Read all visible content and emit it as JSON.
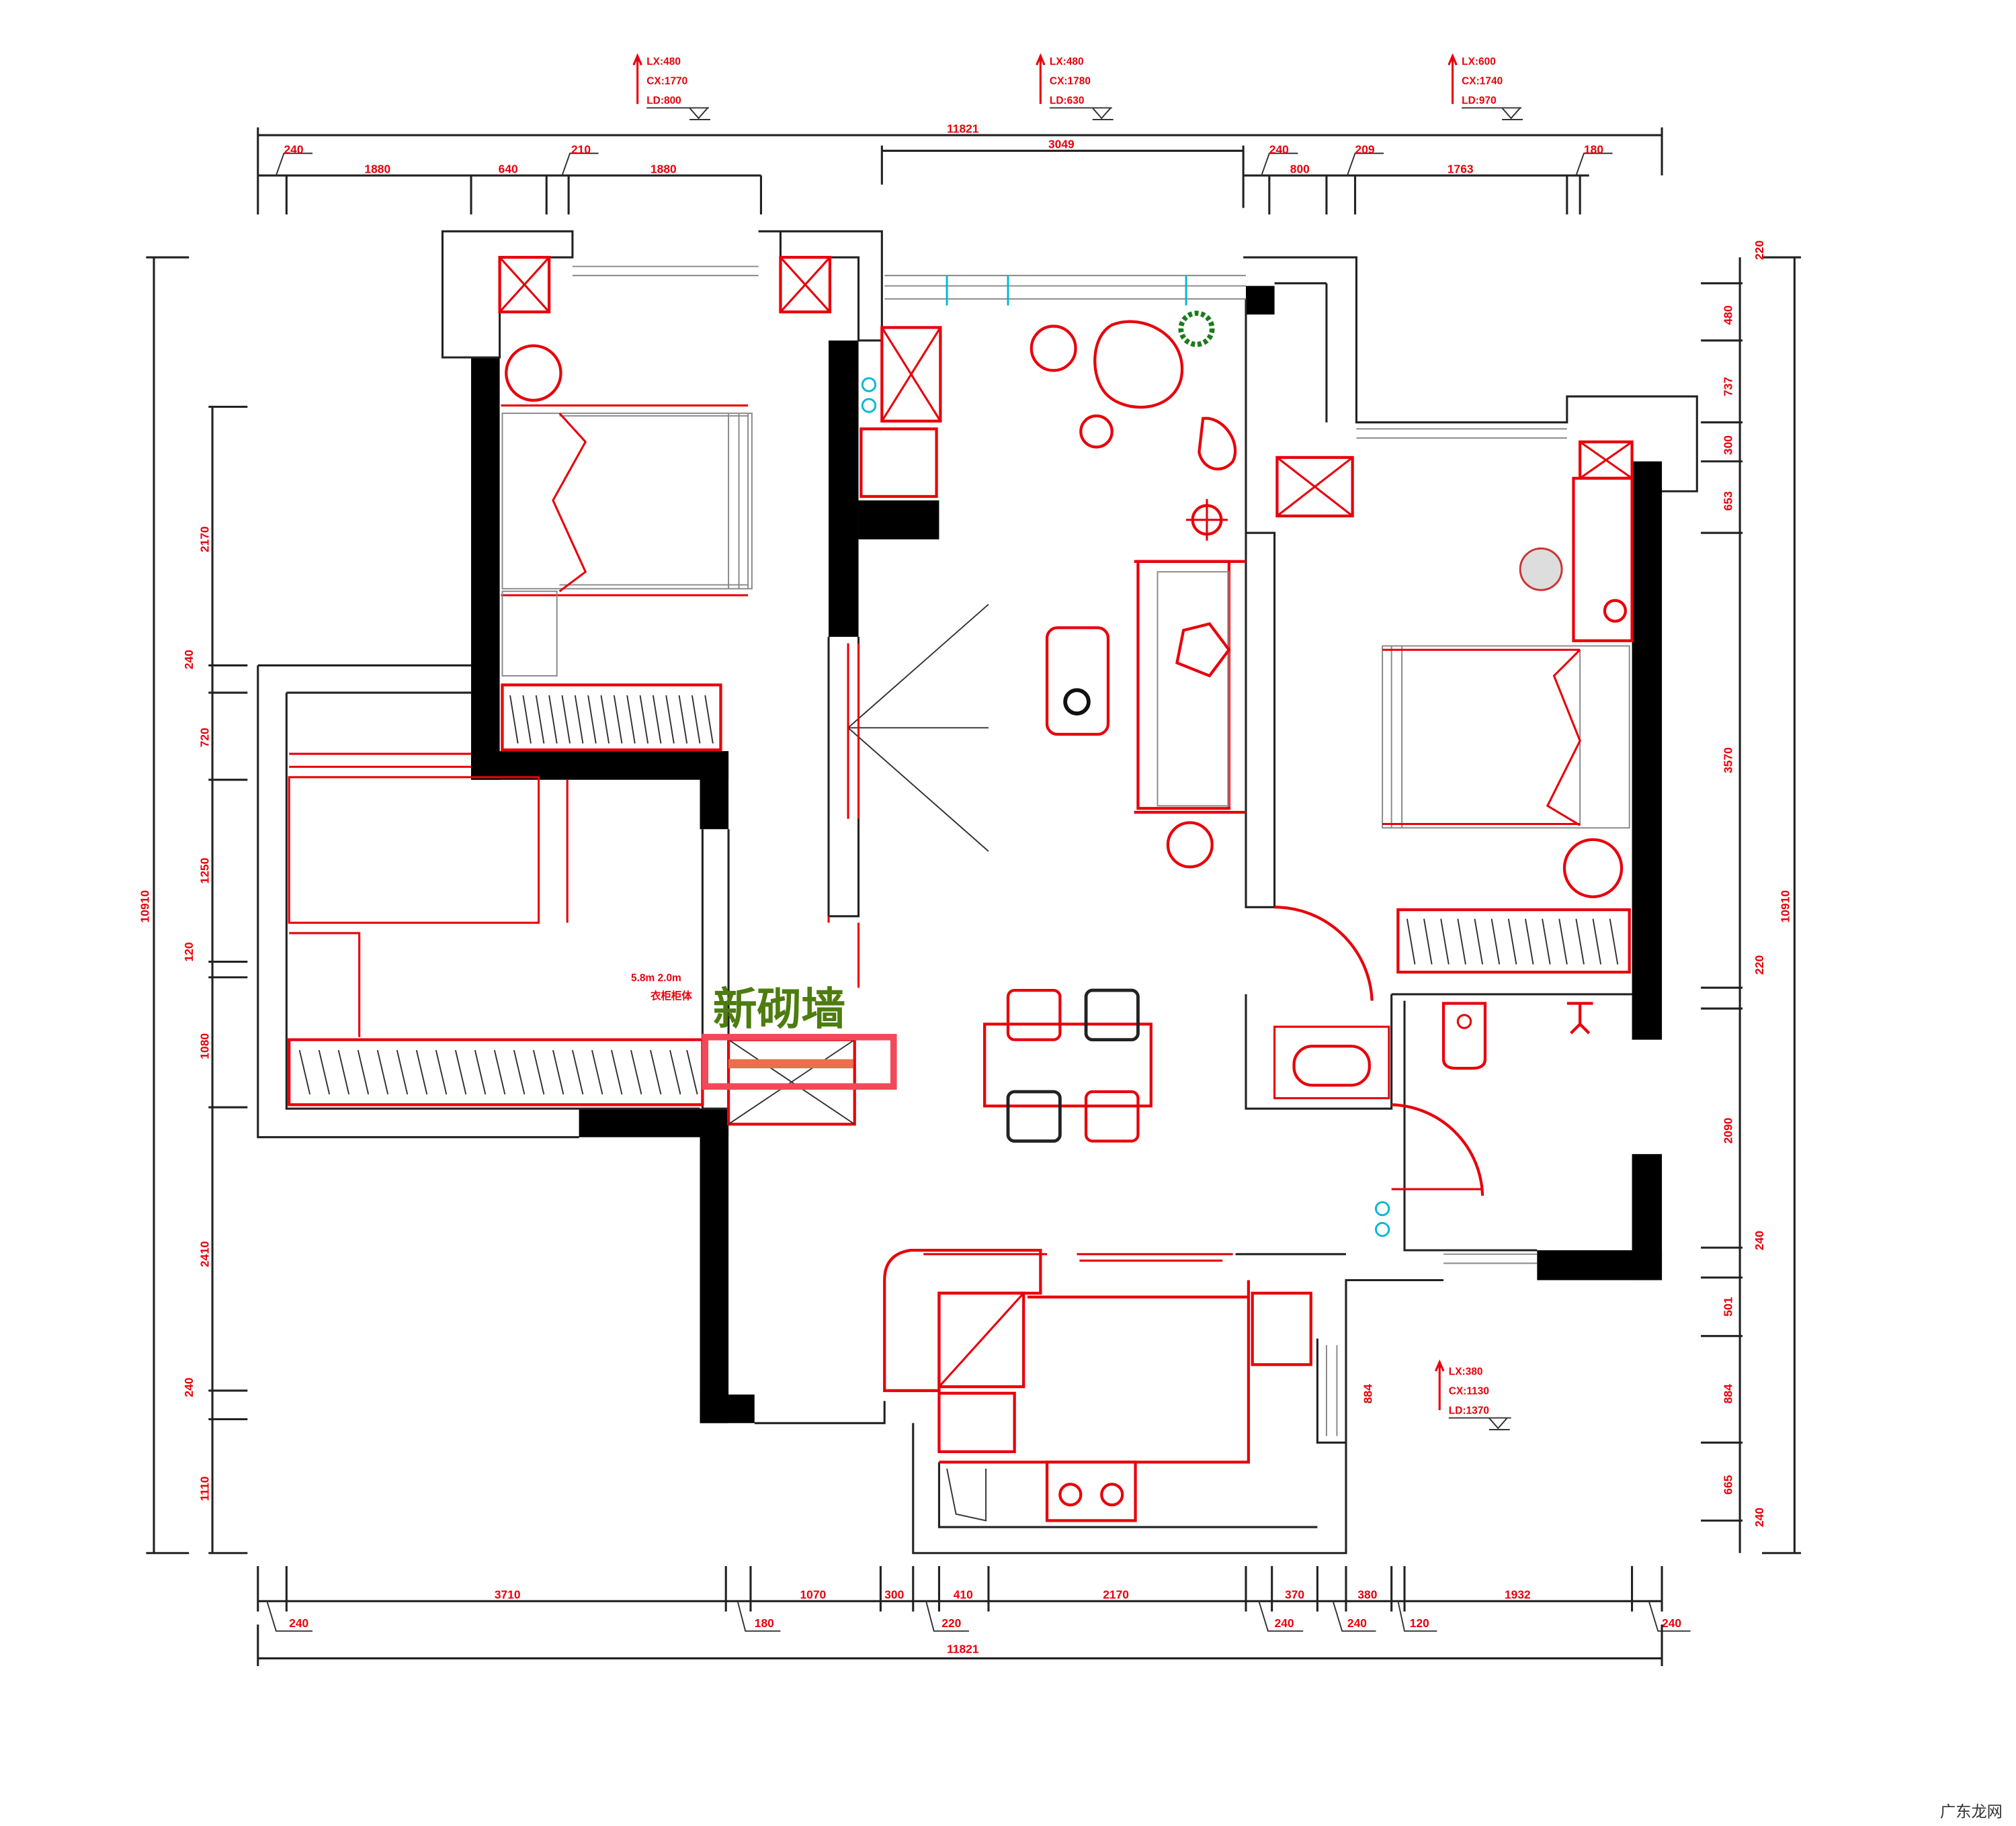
{
  "plan": {
    "annotation": "新砌墙",
    "annotation_color": "#4d7c0f",
    "highlight_color": "#e8000b",
    "cabinet_note": [
      "5.8m 2.0m",
      "衣柜柜体"
    ],
    "watermark": "广东龙网"
  },
  "dimensions": {
    "top_total": "11821",
    "top_mid": "3049",
    "top_row": [
      "240",
      "1880",
      "640",
      "210",
      "1880",
      "240",
      "800",
      "209",
      "1763",
      "180"
    ],
    "bottom_row": [
      "3710",
      "1070",
      "300",
      "410",
      "2170",
      "370",
      "380",
      "1932"
    ],
    "bottom_sub": [
      "240",
      "180",
      "220",
      "240",
      "240",
      "120",
      "240"
    ],
    "bottom_total": "11821",
    "left_total": "10910",
    "left_row": [
      "2170",
      "240",
      "720",
      "1250",
      "120",
      "1080",
      "2410",
      "240",
      "1110"
    ],
    "right_total": "10910",
    "right_row": [
      "220",
      "480",
      "737",
      "300",
      "653",
      "3570",
      "220",
      "2090",
      "240",
      "501",
      "884",
      "665",
      "240"
    ],
    "kitchen_window": "884"
  },
  "window_tags": [
    {
      "lx": "LX:480",
      "cx": "CX:1770",
      "ld": "LD:800"
    },
    {
      "lx": "LX:480",
      "cx": "CX:1780",
      "ld": "LD:630"
    },
    {
      "lx": "LX:600",
      "cx": "CX:1740",
      "ld": "LD:970"
    },
    {
      "lx": "LX:380",
      "cx": "CX:1130",
      "ld": "LD:1370"
    }
  ]
}
